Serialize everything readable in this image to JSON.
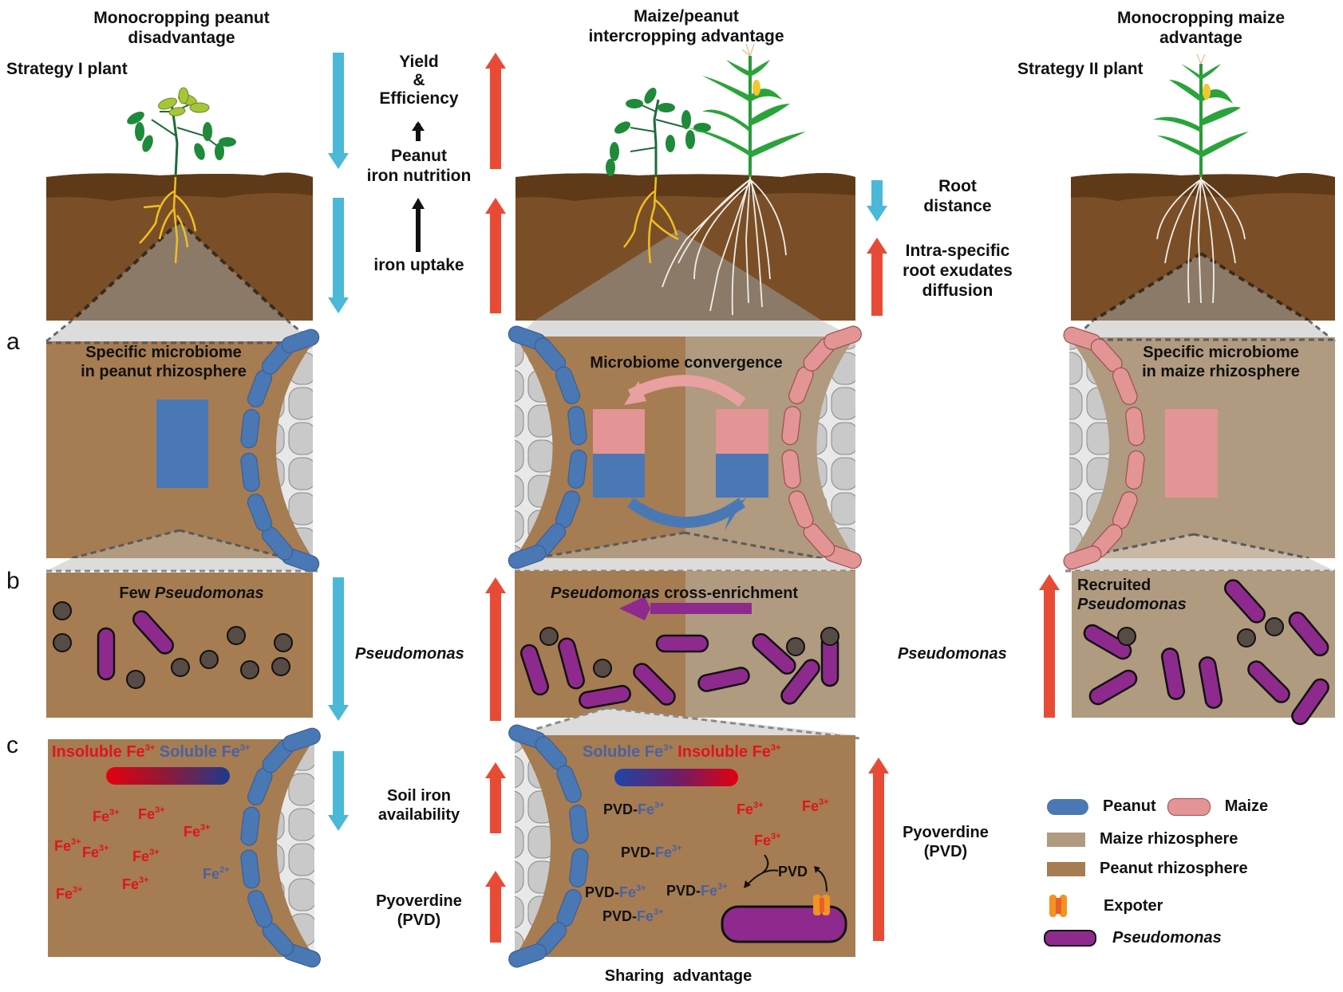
{
  "columns": {
    "left": {
      "title_line1": "Monocropping peanut",
      "title_line2": "disadvantage",
      "plant_type": "Strategy I plant"
    },
    "middle": {
      "title_line1": "Maize/peanut",
      "title_line2": "intercropping advantage"
    },
    "right": {
      "title_line1": "Monocropping maize",
      "title_line2": "advantage",
      "plant_type": "Strategy II plant"
    }
  },
  "center_flow": {
    "yield_line1": "Yield",
    "yield_line2": "&",
    "yield_line3": "Efficiency",
    "nutrition_line1": "Peanut",
    "nutrition_line2": "iron nutrition",
    "uptake": "iron uptake"
  },
  "right_flow": {
    "root_distance_line1": "Root",
    "root_distance_line2": "distance",
    "exudates_line1": "Intra-specific",
    "exudates_line2": "root exudates",
    "exudates_line3": "diffusion"
  },
  "panel_letters": {
    "a": "a",
    "b": "b",
    "c": "c"
  },
  "panel_a": {
    "left_line1": "Specific microbiome",
    "left_line2": "in peanut rhizosphere",
    "middle": "Microbiome convergence",
    "right_line1": "Specific microbiome",
    "right_line2": "in maize rhizosphere"
  },
  "panel_b": {
    "left_prefix": "Few ",
    "left_genus": "Pseudomonas",
    "middle_genus": "Pseudomonas",
    "middle_suffix": " cross-enrichment",
    "right_line1": "Recruited",
    "right_genus": "Pseudomonas",
    "side_label_left": "Pseudomonas",
    "side_label_right": "Pseudomonas"
  },
  "panel_c": {
    "left_insoluble": "Insoluble Fe",
    "left_soluble": "Soluble Fe",
    "charge3": "3+",
    "charge2": "2+",
    "fe": "Fe",
    "middle_soluble": "Soluble Fe",
    "middle_insoluble": "Insoluble Fe",
    "pvd_complex": "PVD-",
    "pvd": "PVD",
    "soil_iron_line1": "Soil iron",
    "soil_iron_line2": "availability",
    "pyoverdine_line1": "Pyoverdine",
    "pyoverdine_line2": "(PVD)",
    "pyoverdine_right_line1": "Pyoverdine",
    "pyoverdine_right_line2": "(PVD)",
    "footer": "Sharing  advantage"
  },
  "legend": {
    "peanut": "Peanut",
    "maize": "Maize",
    "maize_rhizosphere": "Maize rhizosphere",
    "peanut_rhizosphere": "Peanut rhizosphere",
    "exporter": "Expoter",
    "pseudomonas": "Pseudomonas"
  },
  "colors": {
    "decrease_arrow": "#4ab8d6",
    "increase_arrow": "#e84b35",
    "peanut_cell": "#4a78b5",
    "maize_cell": "#e39494",
    "peanut_rhizosphere": "#a67c52",
    "maize_rhizosphere": "#b09a80",
    "pseudomonas": "#8e2a8e",
    "insoluble_fe": "#e0141e",
    "soluble_fe": "#4a62a0",
    "exporter": "#f39322"
  }
}
